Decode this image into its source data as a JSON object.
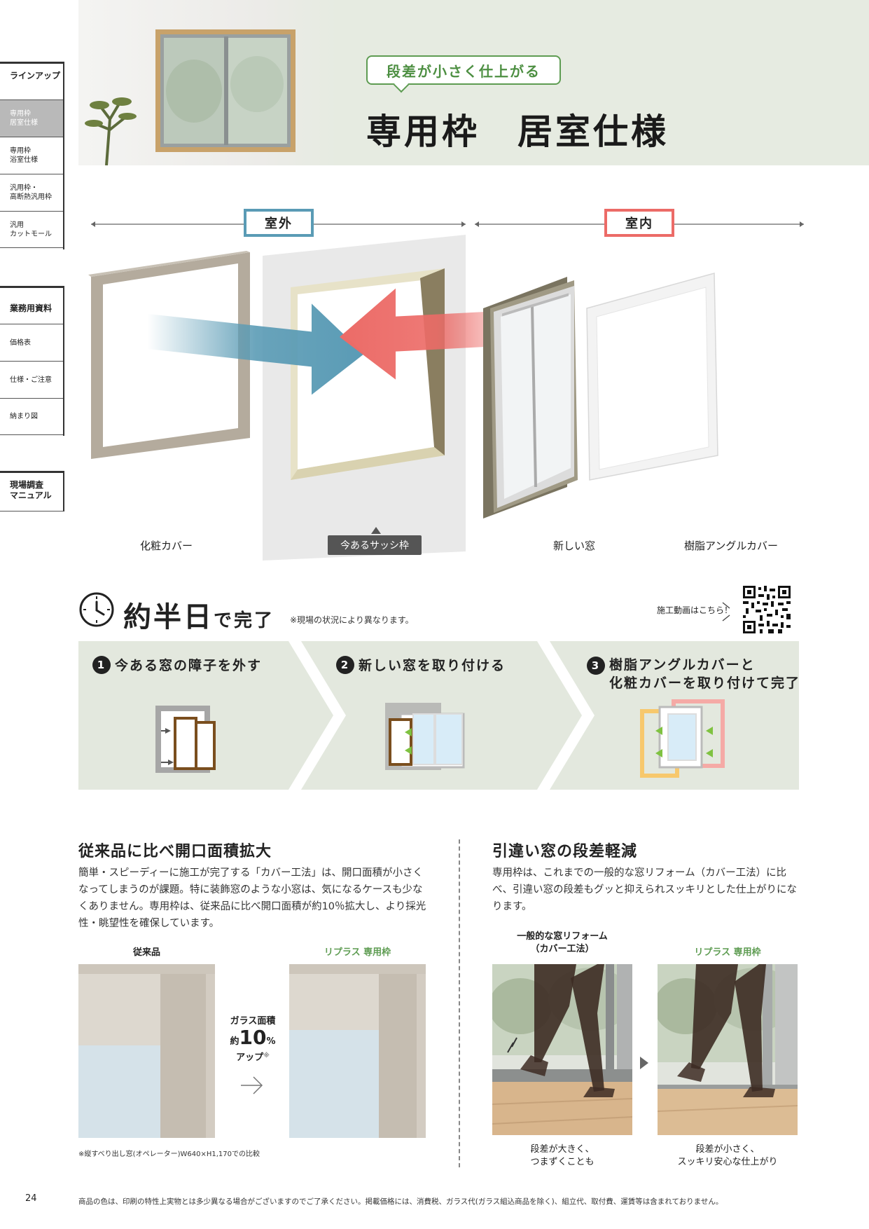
{
  "sidebar": {
    "lineup_head": "ラインアップ",
    "lineup_items": [
      "専用枠\n居室仕様",
      "専用枠\n浴室仕様",
      "汎用枠・\n高断熱汎用枠",
      "汎用\nカットモール"
    ],
    "business_head": "業務用資料",
    "business_items": [
      "価格表",
      "仕様・ご注意",
      "納まり図"
    ],
    "survey_head": "現場調査\nマニュアル"
  },
  "header": {
    "tagline": "段差が小さく仕上がる",
    "title": "専用枠　居室仕様"
  },
  "diagram": {
    "outdoor_label": "室外",
    "indoor_label": "室内",
    "parts": [
      "化粧カバー",
      "今あるサッシ枠",
      "新しい窓",
      "樹脂アングルカバー"
    ],
    "colors": {
      "outdoor": "#5a9bb5",
      "indoor": "#ec6b67"
    }
  },
  "halfday": {
    "title_big": "約半日",
    "title_small": "で完了",
    "note": "※現場の状況により異なります。",
    "video_label": "施工動画はこちら！",
    "steps": [
      {
        "num": "1",
        "text": "今ある窓の障子を外す"
      },
      {
        "num": "2",
        "text": "新しい窓を取り付ける"
      },
      {
        "num": "3",
        "text": "樹脂アングルカバーと\n化粧カバーを取り付けて完了"
      }
    ]
  },
  "left_section": {
    "title": "従来品に比べ開口面積拡大",
    "body": "簡単・スピーディーに施工が完了する「カバー工法」は、開口面積が小さくなってしまうのが課題。特に装飾窓のような小窓は、気になるケースも少なくありません。専用枠は、従来品に比べ開口面積が約10％拡大し、より採光性・眺望性を確保しています。",
    "label_old": "従来品",
    "label_new": "リプラス 専用枠",
    "glass_label": "ガラス面積",
    "approx": "約",
    "percent_value": "10",
    "percent_sign": "%",
    "up": "アップ",
    "asterisk": "※",
    "footnote": "※縦すべり出し窓(オペレーター)W640×H1,170での比較"
  },
  "right_section": {
    "title": "引違い窓の段差軽減",
    "body": "専用枠は、これまでの一般的な窓リフォーム（カバー工法）に比べ、引違い窓の段差もグッと抑えられスッキリとした仕上がりになります。",
    "label_old": "一般的な窓リフォーム\n（カバー工法）",
    "label_new": "リプラス 専用枠",
    "caption_old": "段差が大きく、\nつまずくことも",
    "caption_new": "段差が小さく、\nスッキリ安心な仕上がり"
  },
  "footer": {
    "page_number": "24",
    "disclaimer": "商品の色は、印刷の特性上実物とは多少異なる場合がございますのでご了承ください。掲載価格には、消費税、ガラス代(ガラス組込商品を除く)、組立代、取付費、運賃等は含まれておりません。"
  }
}
